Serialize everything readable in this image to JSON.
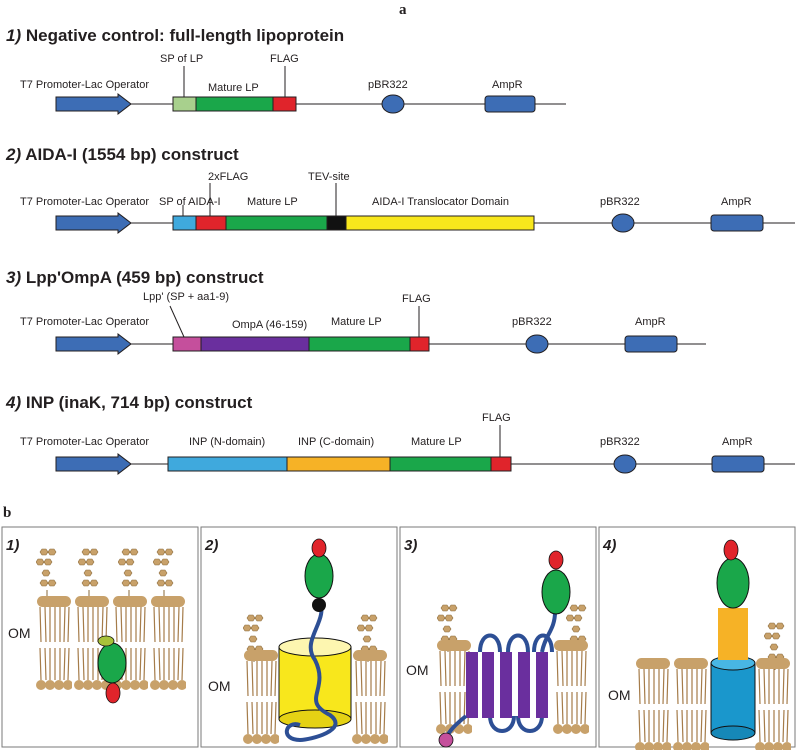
{
  "panel_a": {
    "letter": "a",
    "constructs": [
      {
        "number": "1)",
        "title": "Negative control: full-length lipoprotein",
        "promoter": "T7 Promoter-Lac Operator",
        "labels": [
          "SP of LP",
          "Mature LP",
          "FLAG"
        ],
        "plasmid": "pBR322",
        "resistance": "AmpR"
      },
      {
        "number": "2)",
        "title": "AIDA-I (1554 bp) construct",
        "promoter": "T7 Promoter-Lac Operator",
        "labels": [
          "SP of AIDA-I",
          "2xFLAG",
          "Mature LP",
          "TEV-site",
          "AIDA-I Translocator Domain"
        ],
        "plasmid": "pBR322",
        "resistance": "AmpR"
      },
      {
        "number": "3)",
        "title": "Lpp'OmpA (459 bp)  construct",
        "promoter": "T7 Promoter-Lac Operator",
        "labels": [
          "Lpp' (SP + aa1-9)",
          "OmpA (46-159)",
          "Mature LP",
          "FLAG"
        ],
        "plasmid": "pBR322",
        "resistance": "AmpR"
      },
      {
        "number": "4)",
        "title": "INP (inaK, 714 bp) construct",
        "promoter": "T7 Promoter-Lac Operator",
        "labels": [
          "INP (N-domain)",
          "INP (C-domain)",
          "Mature LP",
          "FLAG"
        ],
        "plasmid": "pBR322",
        "resistance": "AmpR"
      }
    ]
  },
  "panel_b": {
    "letter": "b",
    "panels": [
      {
        "number": "1)",
        "membrane_label": "OM"
      },
      {
        "number": "2)",
        "membrane_label": "OM"
      },
      {
        "number": "3)",
        "membrane_label": "OM"
      },
      {
        "number": "4)",
        "membrane_label": "OM"
      }
    ]
  },
  "colors": {
    "promoter_arrow": "#3d6db5",
    "plasmid_oval": "#3d6db5",
    "sp_lp": "#a8d08d",
    "mature_lp": "#1aa74a",
    "flag": "#e0242b",
    "sp_aida": "#3fa9dd",
    "tev": "#111111",
    "aida_translocator": "#f8e71c",
    "lpp_sp": "#c54f9c",
    "ompa": "#6a2f9e",
    "inp_n": "#3fa9dd",
    "inp_c": "#f6b226",
    "lipid": "#c8a16a"
  }
}
